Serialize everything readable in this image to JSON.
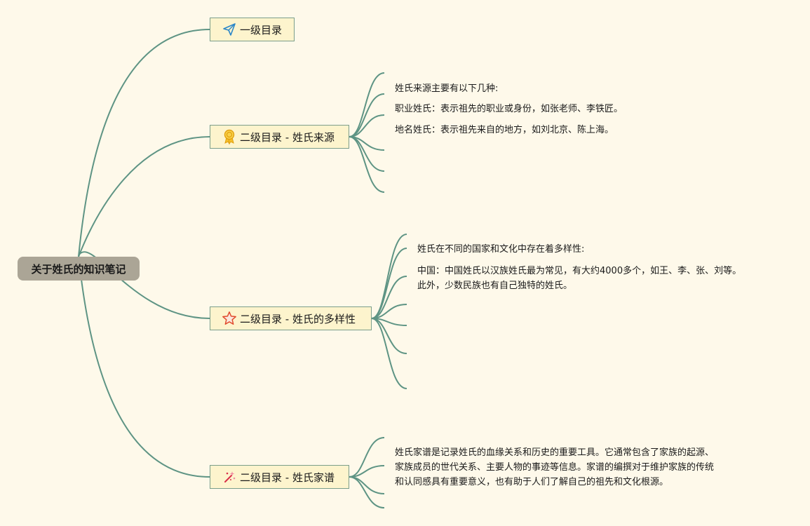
{
  "root": {
    "label": "关于姓氏的知识笔记"
  },
  "branches": [
    {
      "label": "一级目录",
      "icon": "paper-plane-icon",
      "leaves": []
    },
    {
      "label": "二级目录 - 姓氏来源",
      "icon": "award-medal-icon",
      "leaves": [
        "姓氏来源主要有以下几种:",
        "职业姓氏：表示祖先的职业或身份，如张老师、李铁匠。",
        "地名姓氏：表示祖先来自的地方，如刘北京、陈上海。"
      ]
    },
    {
      "label": "二级目录 - 姓氏的多样性",
      "icon": "star-icon",
      "leaves": [
        "姓氏在不同的国家和文化中存在着多样性:",
        "中国：中国姓氏以汉族姓氏最为常见，有大约4000多个，如王、李、张、刘等。",
        "此外，少数民族也有自己独特的姓氏。"
      ]
    },
    {
      "label": "二级目录 - 姓氏家谱",
      "icon": "magic-wand-icon",
      "leaves": [
        "姓氏家谱是记录姓氏的血缘关系和历史的重要工具。它通常包含了家族的起源、",
        "家族成员的世代关系、主要人物的事迹等信息。家谱的编撰对于维护家族的传统",
        "和认同感具有重要意义，也有助于人们了解自己的祖先和文化根源。"
      ]
    }
  ],
  "colors": {
    "background": "#fef9ea",
    "line": "#5e9484",
    "root_fill": "#aba596",
    "node_fill": "#fdf4cd",
    "node_border": "#7b9e8b"
  }
}
